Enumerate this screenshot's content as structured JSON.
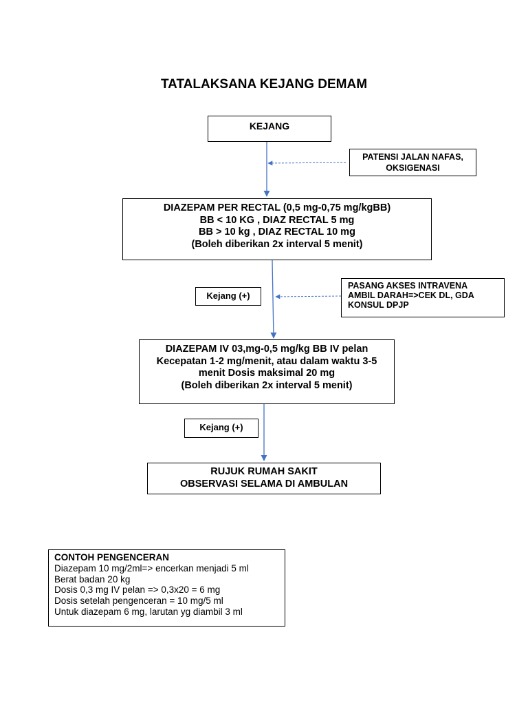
{
  "title": "TATALAKSANA KEJANG DEMAM",
  "colors": {
    "arrow": "#4472C4",
    "border": "#000000",
    "text": "#000000"
  },
  "nodes": {
    "kejang": {
      "text": "KEJANG"
    },
    "patensi": {
      "lines": [
        "PATENSI JALAN NAFAS,",
        "OKSIGENASI"
      ]
    },
    "diazepam_rectal": {
      "lines": [
        "DIAZEPAM PER RECTAL (0,5 mg-0,75 mg/kgBB)",
        "BB < 10 KG , DIAZ RECTAL 5 mg",
        "BB > 10 kg , DIAZ RECTAL 10 mg",
        "(Boleh diberikan 2x interval 5 menit)"
      ]
    },
    "kejang_plus_1": {
      "text": "Kejang (+)"
    },
    "pasang_akses": {
      "lines": [
        "PASANG AKSES INTRAVENA",
        "AMBIL DARAH=>CEK DL, GDA",
        "KONSUL DPJP"
      ]
    },
    "diazepam_iv": {
      "lines": [
        "DIAZEPAM IV 03,mg-0,5 mg/kg BB IV pelan",
        "Kecepatan 1-2 mg/menit, atau dalam waktu 3-5",
        "menit Dosis maksimal 20 mg",
        "(Boleh diberikan 2x interval 5 menit)"
      ]
    },
    "kejang_plus_2": {
      "text": "Kejang (+)"
    },
    "rujuk": {
      "lines": [
        "RUJUK RUMAH SAKIT",
        "OBSERVASI SELAMA DI AMBULAN"
      ]
    }
  },
  "example": {
    "heading": "CONTOH PENGENCERAN",
    "lines": [
      "Diazepam 10 mg/2ml=> encerkan menjadi 5 ml",
      "Berat badan 20 kg",
      "Dosis 0,3 mg IV pelan => 0,3x20 = 6 mg",
      "Dosis setelah pengenceran = 10 mg/5 ml",
      "Untuk diazepam 6 mg, larutan yg diambil 3 ml"
    ]
  }
}
